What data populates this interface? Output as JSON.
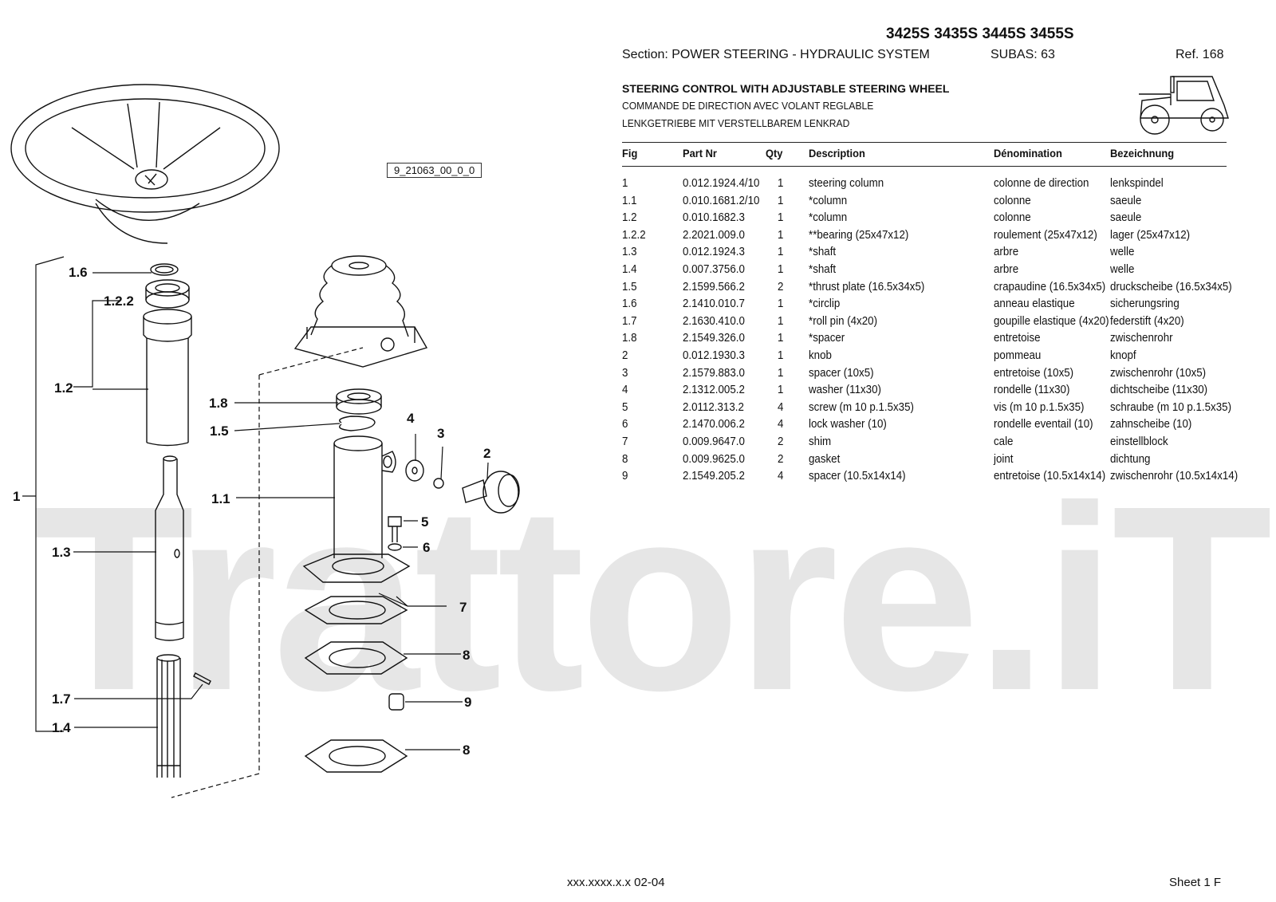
{
  "header": {
    "models": "3425S 3435S 3445S 3455S",
    "section": "Section: POWER STEERING - HYDRAULIC SYSTEM",
    "subas": "SUBAS: 63",
    "ref": "Ref. 168",
    "title_en": "STEERING CONTROL WITH ADJUSTABLE STEERING WHEEL",
    "title_fr": "COMMANDE DE DIRECTION AVEC VOLANT REGLABLE",
    "title_de": "LENKGETRIEBE MIT VERSTELLBAREM LENKRAD"
  },
  "drawing_ref": "9_21063_00_0_0",
  "watermark": "Trattore.iT",
  "table": {
    "columns": [
      "Fig",
      "Part Nr",
      "Qty",
      "Description",
      "Dénomination",
      "Bezeichnung"
    ],
    "rows": [
      [
        "1",
        "0.012.1924.4/10",
        "1",
        "steering column",
        "colonne de direction",
        "lenkspindel"
      ],
      [
        "1.1",
        "0.010.1681.2/10",
        "1",
        "*column",
        "colonne",
        "saeule"
      ],
      [
        "1.2",
        "0.010.1682.3",
        "1",
        "*column",
        "colonne",
        "saeule"
      ],
      [
        "1.2.2",
        "2.2021.009.0",
        "1",
        "**bearing (25x47x12)",
        "roulement (25x47x12)",
        "lager (25x47x12)"
      ],
      [
        "1.3",
        "0.012.1924.3",
        "1",
        "*shaft",
        "arbre",
        "welle"
      ],
      [
        "1.4",
        "0.007.3756.0",
        "1",
        "*shaft",
        "arbre",
        "welle"
      ],
      [
        "1.5",
        "2.1599.566.2",
        "2",
        "*thrust plate (16.5x34x5)",
        "crapaudine (16.5x34x5)",
        "druckscheibe (16.5x34x5)"
      ],
      [
        "1.6",
        "2.1410.010.7",
        "1",
        "*circlip",
        "anneau elastique",
        "sicherungsring"
      ],
      [
        "1.7",
        "2.1630.410.0",
        "1",
        "*roll pin (4x20)",
        "goupille elastique (4x20)",
        "federstift (4x20)"
      ],
      [
        "1.8",
        "2.1549.326.0",
        "1",
        "*spacer",
        "entretoise",
        "zwischenrohr"
      ],
      [
        "2",
        "0.012.1930.3",
        "1",
        "knob",
        "pommeau",
        "knopf"
      ],
      [
        "3",
        "2.1579.883.0",
        "1",
        "spacer (10x5)",
        "entretoise (10x5)",
        "zwischenrohr (10x5)"
      ],
      [
        "4",
        "2.1312.005.2",
        "1",
        "washer (11x30)",
        "rondelle (11x30)",
        "dichtscheibe (11x30)"
      ],
      [
        "5",
        "2.0112.313.2",
        "4",
        "screw (m 10 p.1.5x35)",
        "vis (m 10 p.1.5x35)",
        "schraube (m 10 p.1.5x35)"
      ],
      [
        "6",
        "2.1470.006.2",
        "4",
        "lock washer (10)",
        "rondelle eventail (10)",
        "zahnscheibe (10)"
      ],
      [
        "7",
        "0.009.9647.0",
        "2",
        "shim",
        "cale",
        "einstellblock"
      ],
      [
        "8",
        "0.009.9625.0",
        "2",
        "gasket",
        "joint",
        "dichtung"
      ],
      [
        "9",
        "2.1549.205.2",
        "4",
        "spacer (10.5x14x14)",
        "entretoise (10.5x14x14)",
        "zwischenrohr (10.5x14x14)"
      ]
    ]
  },
  "callouts": [
    "1",
    "1.1",
    "1.2",
    "1.2.2",
    "1.3",
    "1.4",
    "1.5",
    "1.6",
    "1.7",
    "1.8",
    "2",
    "3",
    "4",
    "5",
    "6",
    "7",
    "8",
    "8",
    "9"
  ],
  "footer": {
    "code": "xxx.xxxx.x.x  02-04",
    "sheet": "Sheet 1 F"
  }
}
